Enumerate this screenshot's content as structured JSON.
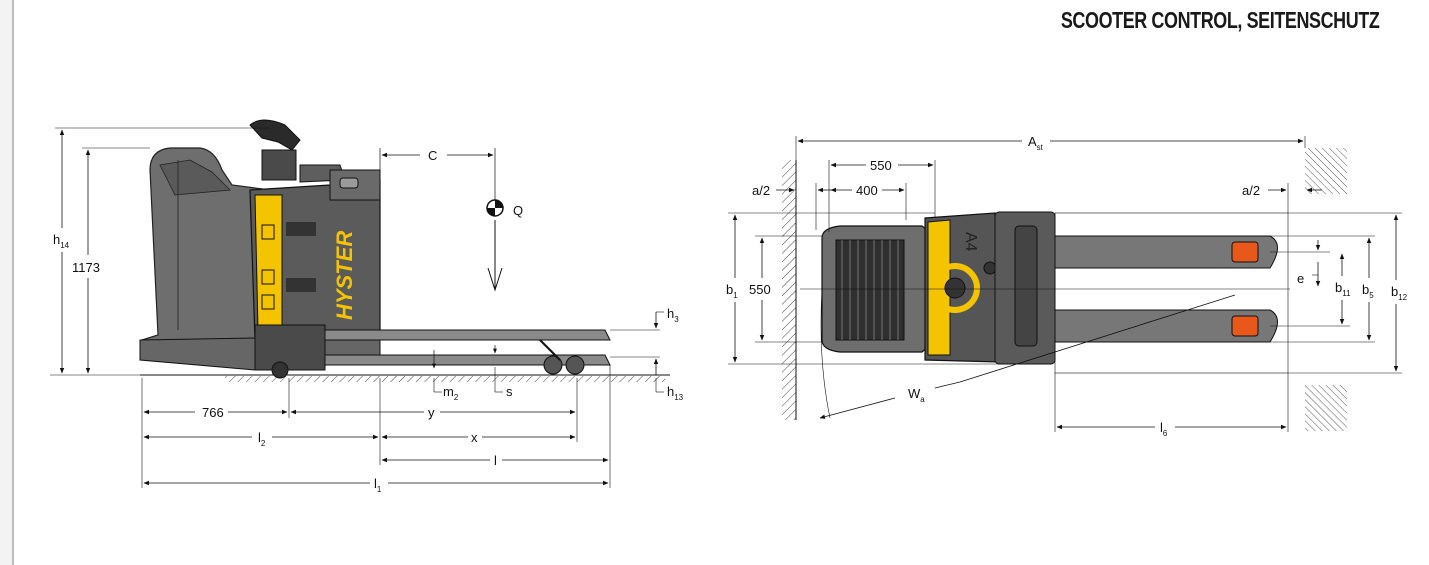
{
  "heading": "SCOOTER CONTROL, SEITENSCHUTZ",
  "brand": "HYSTER",
  "side_view": {
    "h14": "h",
    "h14_sub": "14",
    "h14_value": "1173",
    "C": "C",
    "Q": "Q",
    "h3": "h",
    "h3_sub": "3",
    "h13": "h",
    "h13_sub": "13",
    "m2": "m",
    "m2_sub": "2",
    "s": "s",
    "d766": "766",
    "y": "y",
    "l2": "l",
    "l2_sub": "2",
    "x": "x",
    "l": "l",
    "l1": "l",
    "l1_sub": "1"
  },
  "top_view": {
    "Ast": "A",
    "Ast_sub": "st",
    "d550_top": "550",
    "d400": "400",
    "a2_left": "a/2",
    "a2_right": "a/2",
    "b1": "b",
    "b1_sub": "1",
    "d550_side": "550",
    "e": "e",
    "b11": "b",
    "b11_sub": "11",
    "b5": "b",
    "b5_sub": "5",
    "b12": "b",
    "b12_sub": "12",
    "Wa": "W",
    "Wa_sub": "a",
    "l6": "l",
    "l6_sub": "6",
    "model": "A4"
  },
  "colors": {
    "yellow": "#f5c400",
    "body": "#6e6e6e",
    "dark": "#3f3f3f",
    "orange": "#e8581a"
  }
}
